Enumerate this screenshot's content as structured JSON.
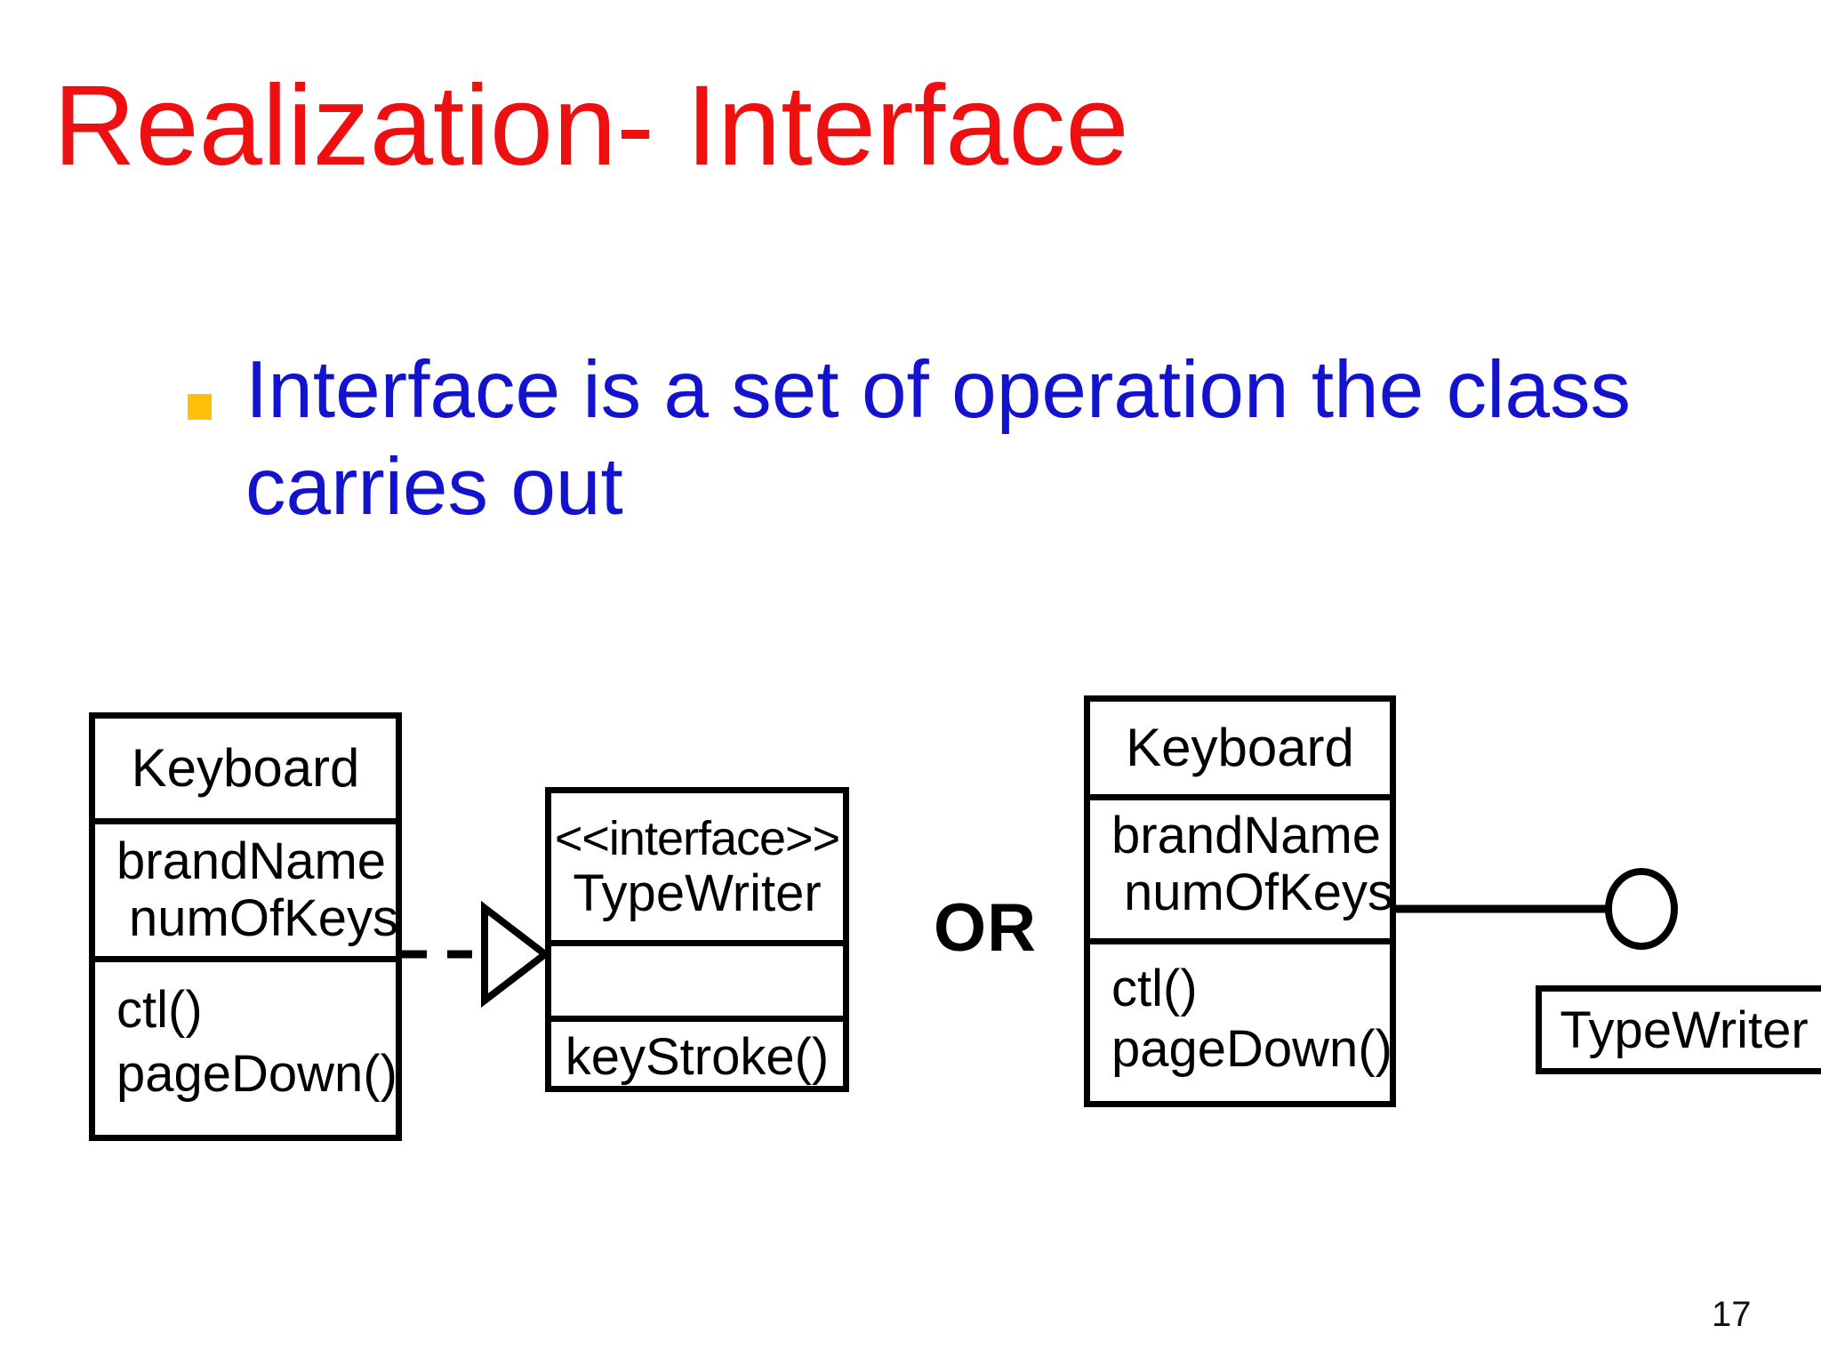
{
  "slide": {
    "title": "Realization- Interface",
    "bullet": {
      "line1": "Interface is a set of operation the class",
      "line2": "carries out"
    },
    "or_label": "OR",
    "page_number": "17",
    "colors": {
      "title_red": "#ee1010",
      "bullet_text_blue": "#1313cf",
      "bullet_marker_orange": "#ffc007",
      "diagram_line_black": "#000000",
      "background": "#ffffff"
    }
  },
  "diagram": {
    "left_class": {
      "name": "Keyboard",
      "attributes": [
        "brandName",
        "numOfKeys"
      ],
      "operations": [
        "ctl()",
        "pageDown()"
      ]
    },
    "interface_class": {
      "stereotype": "<<interface>>",
      "name": "TypeWriter",
      "operations": [
        "keyStroke()"
      ]
    },
    "right_class": {
      "name": "Keyboard",
      "attributes": [
        "brandName",
        "numOfKeys"
      ],
      "operations": [
        "ctl()",
        "pageDown()"
      ]
    },
    "lollipop_label": "TypeWriter"
  }
}
